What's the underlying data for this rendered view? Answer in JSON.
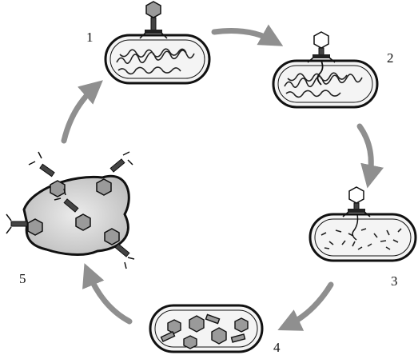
{
  "diagram": {
    "steps": [
      {
        "number": "1"
      },
      {
        "number": "2"
      },
      {
        "number": "3"
      },
      {
        "number": "4"
      },
      {
        "number": "5"
      }
    ],
    "colors": {
      "arrow": "#8f8f8f",
      "outline": "#111111",
      "cell_fill": "#f4f4f4",
      "burst_fill": "#cfcfcf",
      "capsid_fill": "#9a9a9a"
    }
  }
}
